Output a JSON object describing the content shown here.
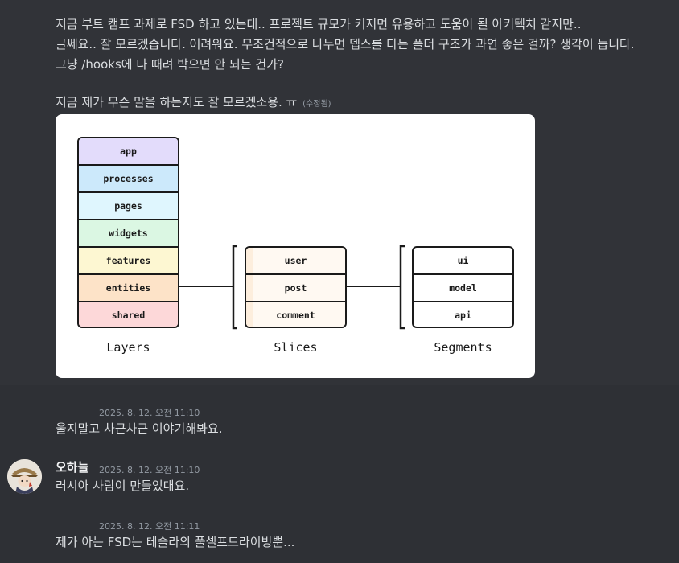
{
  "message1": {
    "lines": [
      "지금 부트 캠프 과제로 FSD 하고 있는데.. 프로젝트 규모가 커지면 유용하고 도움이 될 아키텍처 같지만..",
      "글쎄요.. 잘 모르겠습니다. 어려워요. 무조건적으로 나누면 뎁스를 타는 폴더 구조가 과연 좋은 걸까? 생각이 듭니다.",
      "그냥 /hooks에 다 때려 박으면 안 되는 건가?",
      "지금 제가 무슨 말을 하는지도 잘 모르겠소용. ㅠ"
    ],
    "edited": "(수정됨)"
  },
  "diagram": {
    "layers": [
      "app",
      "processes",
      "pages",
      "widgets",
      "features",
      "entities",
      "shared"
    ],
    "layer_colors": [
      "#e3dcfb",
      "#cce9fb",
      "#dff6fe",
      "#dbf7e3",
      "#fdf7d2",
      "#fde3c8",
      "#fdd8d9"
    ],
    "slices": [
      "user",
      "post",
      "comment"
    ],
    "slice_color": "#fdeedd",
    "segments": [
      "ui",
      "model",
      "api"
    ],
    "captions": {
      "layers": "Layers",
      "slices": "Slices",
      "segments": "Segments"
    }
  },
  "message2": {
    "timestamp": "2025. 8. 12. 오전 11:10",
    "text": "울지말고 차근차근 이야기해봐요."
  },
  "message3": {
    "author": "오하늘",
    "timestamp": "2025. 8. 12. 오전 11:10",
    "text": "러시아 사람이 만들었대요."
  },
  "message4": {
    "timestamp": "2025. 8. 12. 오전 11:11",
    "text": "제가 아는 FSD는 테슬라의 풀셀프드라이빙뿐..."
  }
}
